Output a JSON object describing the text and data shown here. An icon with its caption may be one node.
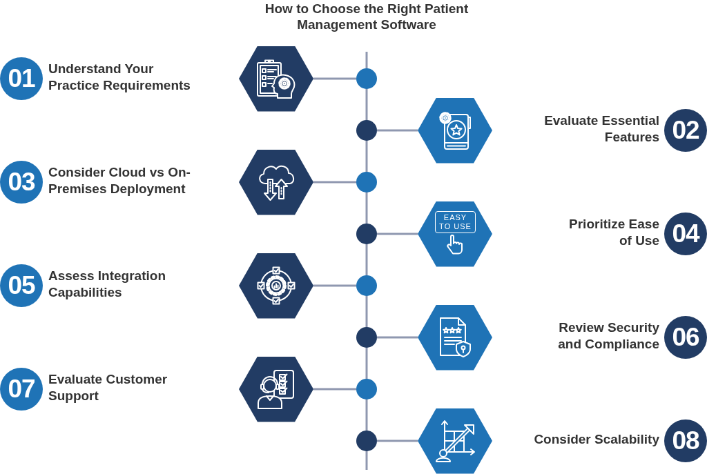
{
  "diagram": {
    "title": "How to Choose the Right Patient Management Software",
    "nodes": [
      {
        "text": [
          "01"
        ],
        "beside": [
          "Understand Your Practice Requirements"
        ]
      },
      {
        "text": [],
        "shape": "hexagon"
      },
      {
        "text": [],
        "shape": "circle"
      },
      {
        "text": [],
        "shape": "circle"
      },
      {
        "text": [],
        "shape": "hexagon"
      },
      {
        "text": [
          "02"
        ],
        "beside": [
          "Evaluate Essential Features"
        ]
      },
      {
        "text": [
          "03"
        ],
        "beside": [
          "Consider Cloud vs On-Premises Deployment"
        ]
      },
      {
        "text": [],
        "shape": "hexagon"
      },
      {
        "text": [],
        "shape": "circle"
      },
      {
        "text": [],
        "shape": "circle"
      },
      {
        "text": [
          "EASY TO USE"
        ]
      },
      {
        "text": [
          "04"
        ],
        "beside": [
          "Prioritize Ease of Use"
        ]
      },
      {
        "text": [
          "05"
        ],
        "beside": [
          "Assess Integration Capabilities"
        ]
      },
      {
        "text": [],
        "shape": "hexagon"
      },
      {
        "text": [],
        "shape": "circle"
      },
      {
        "text": [],
        "shape": "circle"
      },
      {
        "text": [],
        "shape": "hexagon"
      },
      {
        "text": [
          "06"
        ],
        "beside": [
          "Review Security and Compliance"
        ]
      },
      {
        "text": [
          "07"
        ],
        "beside": [
          "Evaluate Customer Support"
        ]
      },
      {
        "text": [],
        "shape": "hexagon"
      },
      {
        "text": [],
        "shape": "circle"
      },
      {
        "text": [],
        "shape": "circle"
      },
      {
        "text": [],
        "shape": "hexagon"
      },
      {
        "text": [
          "08"
        ],
        "beside": [
          "Consider Scalability"
        ]
      }
    ],
    "edges": [
      {
        "from": 1,
        "to": 2,
        "arrow": "none"
      },
      {
        "from": 3,
        "to": 4,
        "arrow": "none"
      },
      {
        "from": 7,
        "to": 8,
        "arrow": "none"
      },
      {
        "from": 9,
        "to": 10,
        "arrow": "none"
      },
      {
        "from": 13,
        "to": 14,
        "arrow": "none"
      },
      {
        "from": 15,
        "to": 16,
        "arrow": "none"
      },
      {
        "from": 19,
        "to": 20,
        "arrow": "none"
      },
      {
        "from": 21,
        "to": 22,
        "arrow": "none"
      }
    ]
  }
}
